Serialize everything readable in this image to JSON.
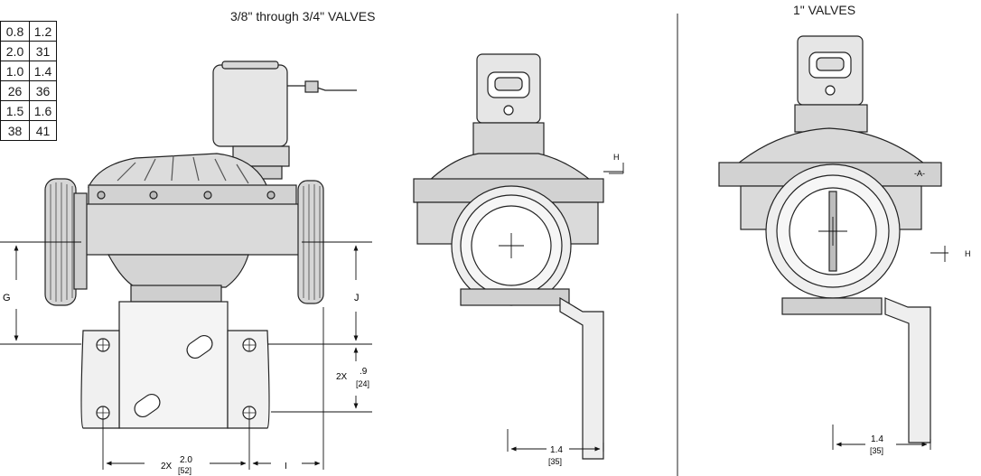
{
  "table": {
    "rows": [
      [
        "0.8",
        "1.2"
      ],
      [
        "2.0",
        "31"
      ],
      [
        "1.0",
        "1.4"
      ],
      [
        "26",
        "36"
      ],
      [
        "1.5",
        "1.6"
      ],
      [
        "38",
        "41"
      ]
    ]
  },
  "titles": {
    "small_valves": "3/8\" through 3/4\" VALVES",
    "large_valves": "1\" VALVES"
  },
  "dims": {
    "G": "G",
    "J": "J",
    "I": "I",
    "H_mid": "H",
    "H_right": "H",
    "A_marker": "-A-",
    "bolt_spacing_prefix": "2X",
    "bolt_spacing_in": "2.0",
    "bolt_spacing_mm": "[52]",
    "slot_spacing_prefix": "2X",
    "slot_spacing_in": ".9",
    "slot_spacing_mm": "[24]",
    "bracket_mid_in": "1.4",
    "bracket_mid_mm": "[35]",
    "bracket_right_in": "1.4",
    "bracket_right_mm": "[35]"
  }
}
